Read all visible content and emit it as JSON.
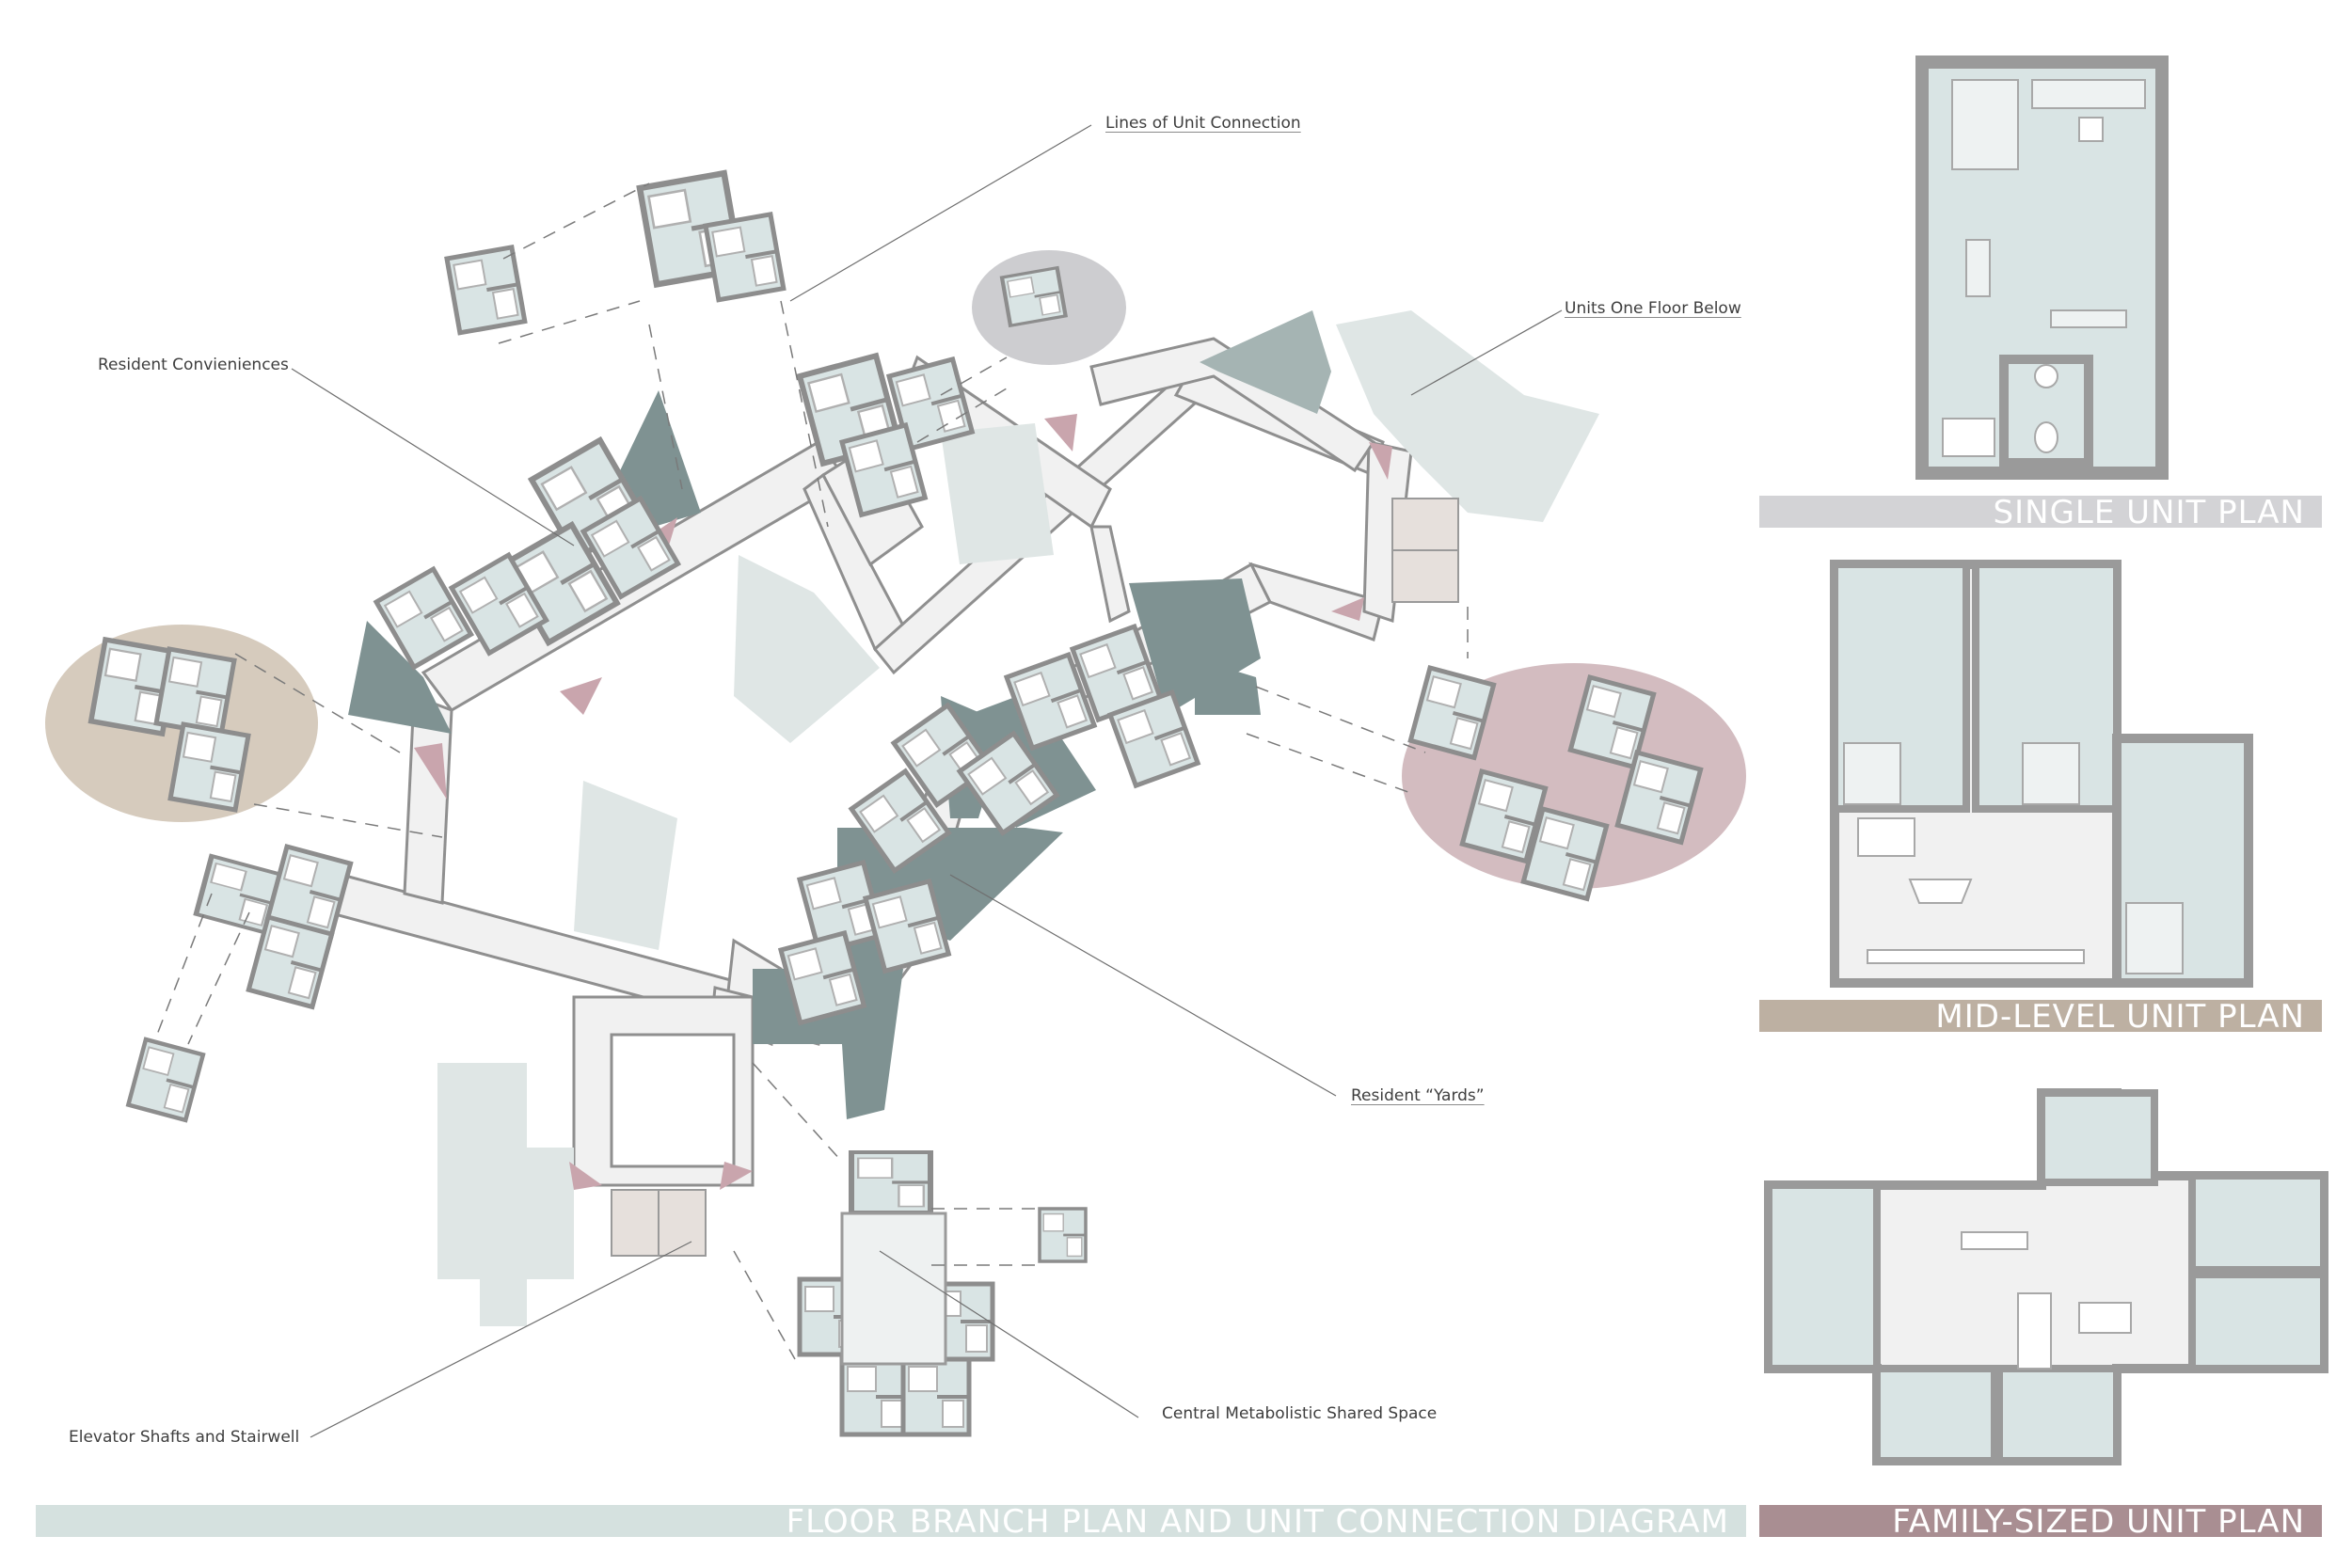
{
  "sheet": {
    "main_title": "FLOOR BRANCH PLAN AND UNIT CONNECTION DIAGRAM"
  },
  "annotations": {
    "lines_of_unit_connection": "Lines of Unit Connection",
    "units_one_floor_below": "Units One Floor Below",
    "resident_conveniences": "Resident Convieniences",
    "resident_yards": "Resident “Yards”",
    "elevator_shafts": "Elevator Shafts and Stairwell",
    "central_shared_space": "Central Metabolistic Shared Space"
  },
  "unit_plans": {
    "single": {
      "title": "SINGLE UNIT PLAN",
      "band_color": "#d3d3d6"
    },
    "mid_level": {
      "title": "MID-LEVEL UNIT PLAN",
      "band_color": "#bdb0a2"
    },
    "family": {
      "title": "FAMILY-SIZED UNIT PLAN",
      "band_color": "#a98e92"
    }
  },
  "colors": {
    "wall": "#9a9a9a",
    "room_fill": "#d9e4e4",
    "corridor_fill": "#f1f1f1",
    "yard_fill": "#7f9292",
    "floor_below_fill": "#dfe6e5",
    "connector_fill": "#c9a5ad",
    "main_band": "#d5e1df",
    "highlight_gray": "#cdcdd0",
    "highlight_tan": "#d6cbbd",
    "highlight_mauve": "#d3bcc0"
  }
}
